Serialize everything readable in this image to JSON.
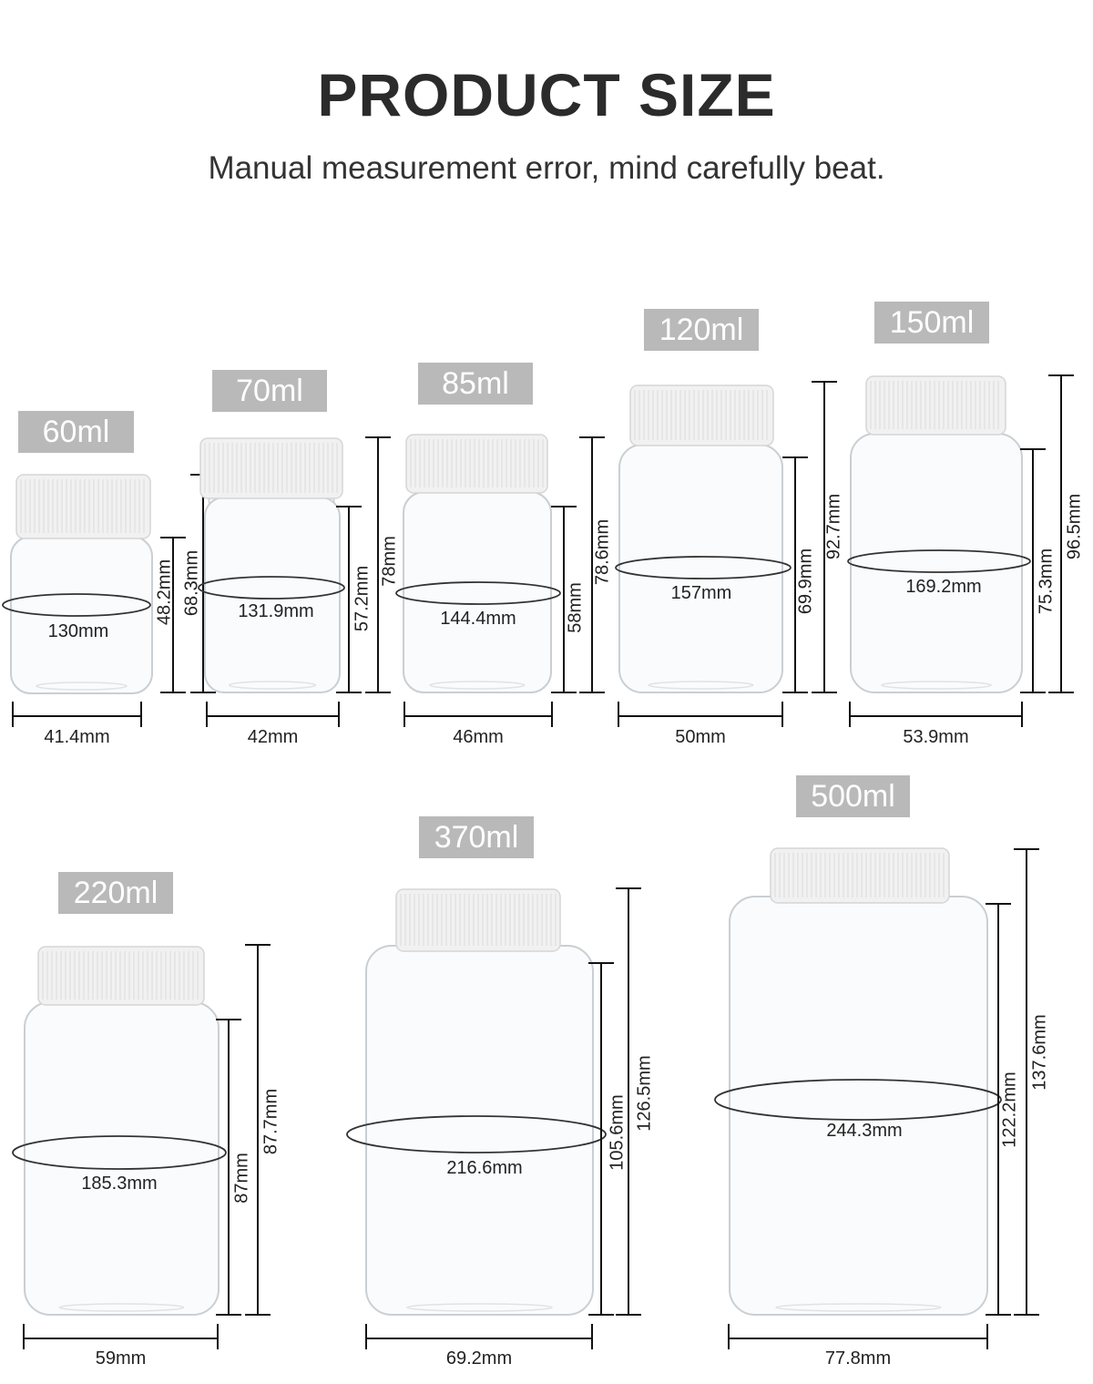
{
  "header": {
    "title": "PRODUCT SIZE",
    "subtitle": "Manual measurement error, mind carefully beat."
  },
  "colors": {
    "tag_background": "#b9b9b9",
    "cap": "#f1f1f1",
    "bottle_outline": "#c9cfd4",
    "dimension_line": "#111111"
  },
  "products": [
    {
      "volume": "60ml",
      "diameter": "41.4mm",
      "circumference": "130mm",
      "body_height": "48.2mm",
      "total_height": "68.3mm"
    },
    {
      "volume": "70ml",
      "diameter": "42mm",
      "circumference": "131.9mm",
      "body_height": "57.2mm",
      "total_height": "78mm"
    },
    {
      "volume": "85ml",
      "diameter": "46mm",
      "circumference": "144.4mm",
      "body_height": "58mm",
      "total_height": "78.6mm"
    },
    {
      "volume": "120ml",
      "diameter": "50mm",
      "circumference": "157mm",
      "body_height": "69.9mm",
      "total_height": "92.7mm"
    },
    {
      "volume": "150ml",
      "diameter": "53.9mm",
      "circumference": "169.2mm",
      "body_height": "75.3mm",
      "total_height": "96.5mm"
    },
    {
      "volume": "220ml",
      "diameter": "59mm",
      "circumference": "185.3mm",
      "body_height": "87mm",
      "total_height": "87.7mm"
    },
    {
      "volume": "370ml",
      "diameter": "69.2mm",
      "circumference": "216.6mm",
      "body_height": "105.6mm",
      "total_height": "126.5mm"
    },
    {
      "volume": "500ml",
      "diameter": "77.8mm",
      "circumference": "244.3mm",
      "body_height": "122.2mm",
      "total_height": "137.6mm"
    }
  ]
}
